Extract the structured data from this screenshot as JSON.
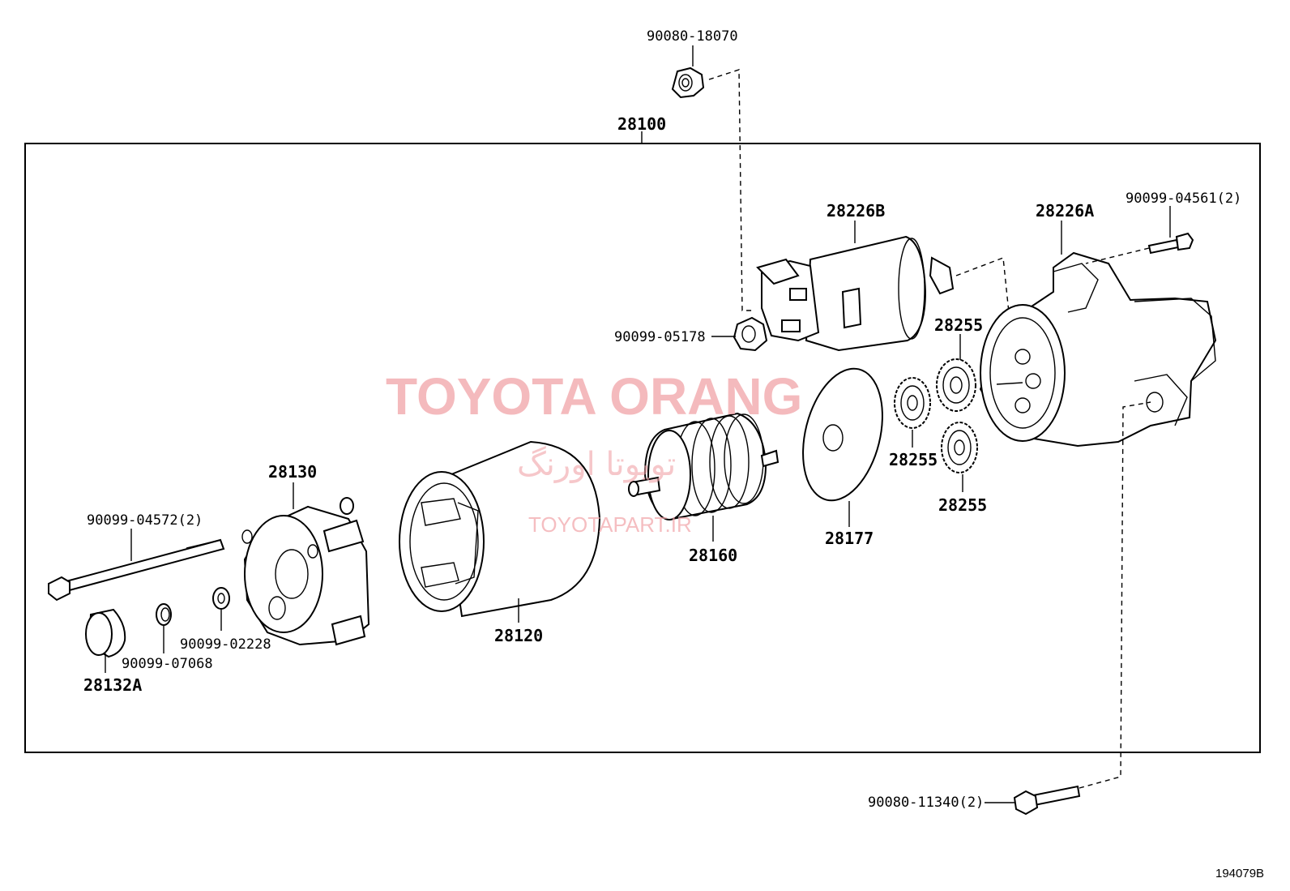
{
  "watermark": {
    "main": "TOYOTA ORANG",
    "persian": "تویوتا اورنگ",
    "site": "TOYOTAPART.IR"
  },
  "figure_code": "194079B",
  "parts": {
    "assembly": "28100",
    "nut_top": "90080-18070",
    "solenoid": "28226B",
    "housing": "28226A",
    "bolt_housing": "90099-04561(2)",
    "nut_solenoid": "90099-05178",
    "gear_a": "28255",
    "gear_b": "28255",
    "gear_c": "28255",
    "plate": "28177",
    "armature": "28160",
    "yoke": "28120",
    "end_frame": "28130",
    "through_bolt": "90099-04572(2)",
    "cap": "28132A",
    "washer_a": "90099-07068",
    "washer_b": "90099-02228",
    "bolt_bottom": "90080-11340(2)"
  }
}
